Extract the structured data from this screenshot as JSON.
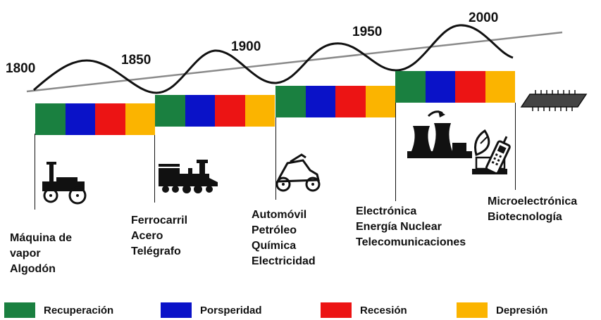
{
  "years": [
    "1800",
    "1850",
    "1900",
    "1950",
    "2000"
  ],
  "phase_colors": {
    "recuperacion": "#1a8040",
    "prosperidad": "#0a12c8",
    "recesion": "#ec1414",
    "depresion": "#fbb400"
  },
  "waves": [
    {
      "labels": [
        "Máquina de",
        "vapor",
        "Algodón"
      ],
      "icon": "steam-engine-icon"
    },
    {
      "labels": [
        "Ferrocarril",
        "Acero",
        "Telégrafo"
      ],
      "icon": "locomotive-icon"
    },
    {
      "labels": [
        "Automóvil",
        "Petróleo",
        "Química",
        "Electricidad"
      ],
      "icon": "automobile-icon"
    },
    {
      "labels": [
        "Electrónica",
        "Energía Nuclear",
        "Telecomunicaciones"
      ],
      "icon": "nuclear-plant-and-telecom-icon"
    },
    {
      "labels": [
        "Microelectrónica",
        "Biotecnología"
      ],
      "icon": "microchip-icon"
    }
  ],
  "legend": [
    {
      "label": "Recuperación",
      "color": "#1a8040"
    },
    {
      "label": "Porsperidad",
      "color": "#0a12c8"
    },
    {
      "label": "Recesión",
      "color": "#ec1414"
    },
    {
      "label": "Depresión",
      "color": "#fbb400"
    }
  ]
}
